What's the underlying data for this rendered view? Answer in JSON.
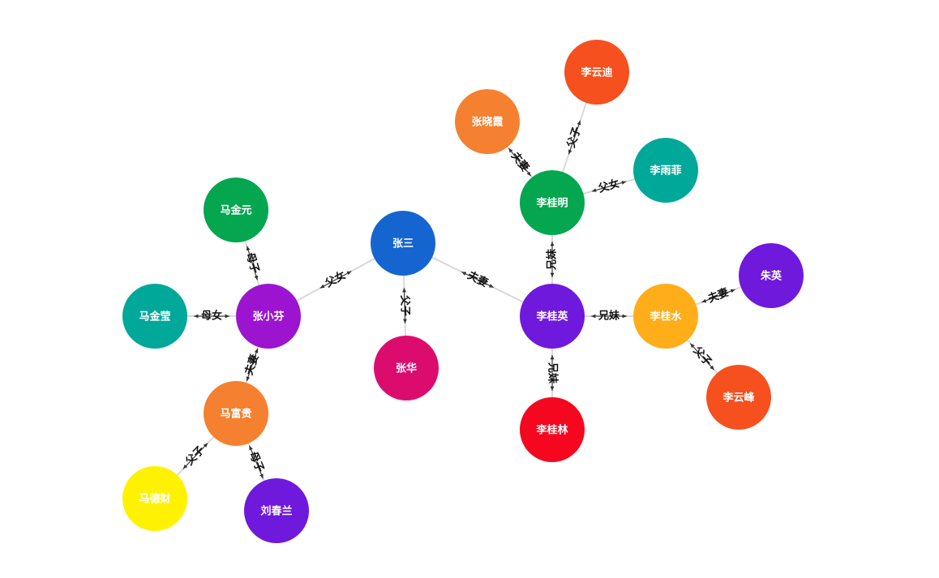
{
  "nodes": [
    {
      "id": "zhangsan",
      "name": "张三",
      "color": "#1565d0"
    },
    {
      "id": "zhanghua",
      "name": "张华",
      "color": "#dc0c6e"
    },
    {
      "id": "zhangxiaofen",
      "name": "张小芬",
      "color": "#9c14cf"
    },
    {
      "id": "majinyuan",
      "name": "马金元",
      "color": "#04a650"
    },
    {
      "id": "majinying",
      "name": "马金莹",
      "color": "#00a89a"
    },
    {
      "id": "mafugui",
      "name": "马富贵",
      "color": "#f58030"
    },
    {
      "id": "madecai",
      "name": "马德财",
      "color": "#fff200"
    },
    {
      "id": "liuchunlan",
      "name": "刘春兰",
      "color": "#6e19dc"
    },
    {
      "id": "liguiying",
      "name": "李桂英",
      "color": "#6e19dc"
    },
    {
      "id": "liguiming",
      "name": "李桂明",
      "color": "#04a650"
    },
    {
      "id": "liguilin",
      "name": "李桂林",
      "color": "#f5081f"
    },
    {
      "id": "liguishui",
      "name": "李桂水",
      "color": "#ffad19"
    },
    {
      "id": "zhangxiaoxia",
      "name": "张晓霞",
      "color": "#f58030"
    },
    {
      "id": "liyundi",
      "name": "李云迪",
      "color": "#f5501e"
    },
    {
      "id": "liyufei",
      "name": "李雨菲",
      "color": "#00a89a"
    },
    {
      "id": "zhuying",
      "name": "朱英",
      "color": "#6e19dc"
    },
    {
      "id": "liyunfeng",
      "name": "李云峰",
      "color": "#f5501e"
    }
  ],
  "edges": [
    {
      "source": "zhangsan",
      "target": "zhangxiaofen",
      "label": "父女"
    },
    {
      "source": "zhangsan",
      "target": "zhanghua",
      "label": "父子"
    },
    {
      "source": "zhangsan",
      "target": "liguiying",
      "label": "夫妻"
    },
    {
      "source": "zhangxiaofen",
      "target": "majinyuan",
      "label": "母子"
    },
    {
      "source": "zhangxiaofen",
      "target": "majinying",
      "label": "母女"
    },
    {
      "source": "zhangxiaofen",
      "target": "mafugui",
      "label": "夫妻"
    },
    {
      "source": "mafugui",
      "target": "madecai",
      "label": "父子"
    },
    {
      "source": "mafugui",
      "target": "liuchunlan",
      "label": "母子"
    },
    {
      "source": "liguiying",
      "target": "liguiming",
      "label": "兄妹"
    },
    {
      "source": "liguiying",
      "target": "liguilin",
      "label": "兄妹"
    },
    {
      "source": "liguiying",
      "target": "liguishui",
      "label": "兄妹"
    },
    {
      "source": "liguiming",
      "target": "zhangxiaoxia",
      "label": "夫妻"
    },
    {
      "source": "liguiming",
      "target": "liyundi",
      "label": "父子"
    },
    {
      "source": "liguiming",
      "target": "liyufei",
      "label": "父女"
    },
    {
      "source": "liguishui",
      "target": "zhuying",
      "label": "夫妻"
    },
    {
      "source": "liguishui",
      "target": "liyunfeng",
      "label": "父子"
    }
  ]
}
